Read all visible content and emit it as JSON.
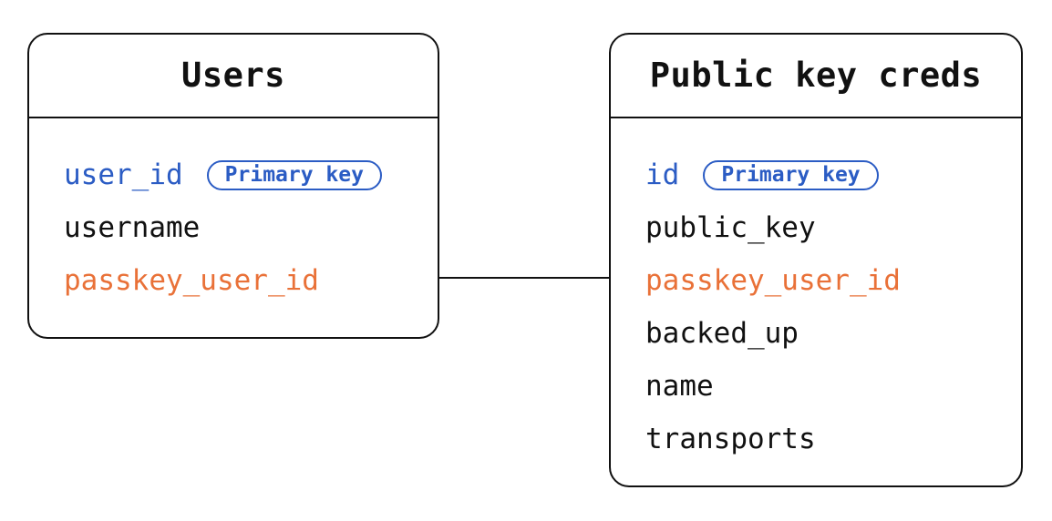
{
  "diagram": {
    "colors": {
      "primary_key_blue": "#2b5cc4",
      "foreign_key_orange": "#e97138",
      "line_black": "#111111",
      "background": "#ffffff"
    },
    "tables": [
      {
        "title": "Users",
        "fields": [
          {
            "name": "user_id",
            "role": "primary",
            "badge": "Primary key"
          },
          {
            "name": "username",
            "role": "normal"
          },
          {
            "name": "passkey_user_id",
            "role": "foreign"
          }
        ]
      },
      {
        "title": "Public key creds",
        "fields": [
          {
            "name": "id",
            "role": "primary",
            "badge": "Primary key"
          },
          {
            "name": "public_key",
            "role": "normal"
          },
          {
            "name": "passkey_user_id",
            "role": "foreign"
          },
          {
            "name": "backed_up",
            "role": "normal"
          },
          {
            "name": "name",
            "role": "normal"
          },
          {
            "name": "transports",
            "role": "normal"
          }
        ]
      }
    ],
    "relationship": {
      "between": [
        "Users",
        "Public key creds"
      ],
      "linked_field": "passkey_user_id"
    }
  }
}
